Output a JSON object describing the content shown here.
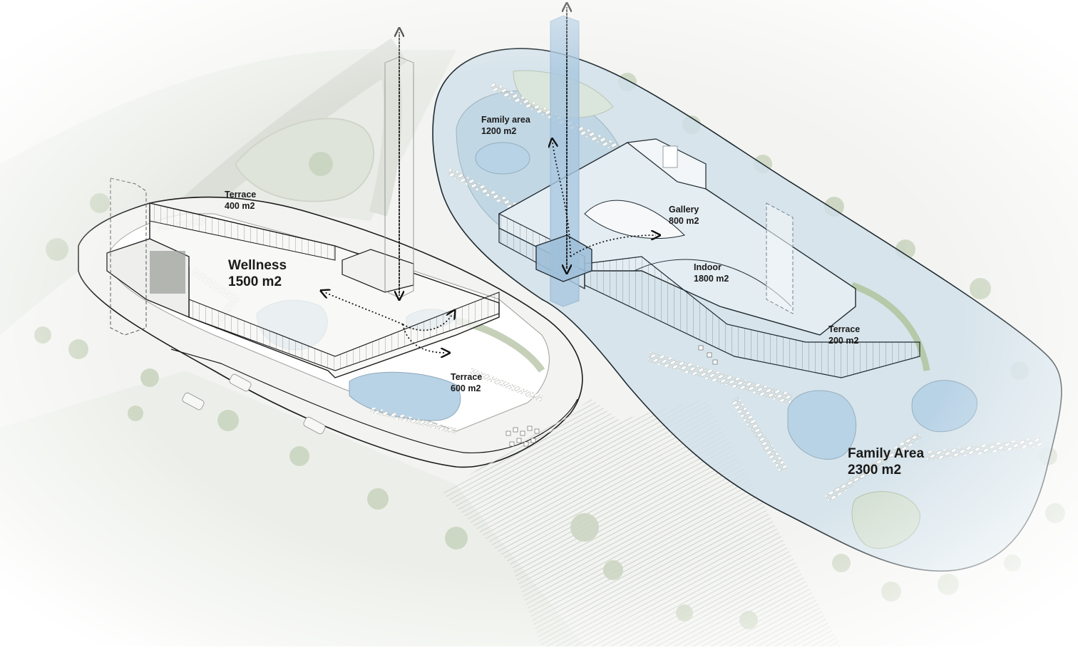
{
  "labels": {
    "terrace_top": {
      "name": "Terrace",
      "area": "400 m2"
    },
    "wellness": {
      "name": "Wellness",
      "area": "1500 m2"
    },
    "terrace_pool": {
      "name": "Terrace",
      "area": "600 m2"
    },
    "family_area_small": {
      "name": "Family area",
      "area": "1200 m2"
    },
    "gallery": {
      "name": "Gallery",
      "area": "800 m2"
    },
    "indoor": {
      "name": "Indoor",
      "area": "1800 m2"
    },
    "terrace_right": {
      "name": "Terrace",
      "area": "200 m2"
    },
    "family_area_large": {
      "name": "Family Area",
      "area": "2300 m2"
    }
  },
  "colors": {
    "background": "#ffffff",
    "ground": "#eef0ec",
    "road": "#f4f4f2",
    "landscape": "#dde3d8",
    "family_zone_fill": "#cfe0ea",
    "family_zone_stroke": "#1f2a30",
    "wellness_outline": "#1b1b1b",
    "water": "#b9d3e6",
    "tree": "#c8d3bd",
    "core_blue": "#a9c7e0",
    "text": "#1a1a1a"
  }
}
